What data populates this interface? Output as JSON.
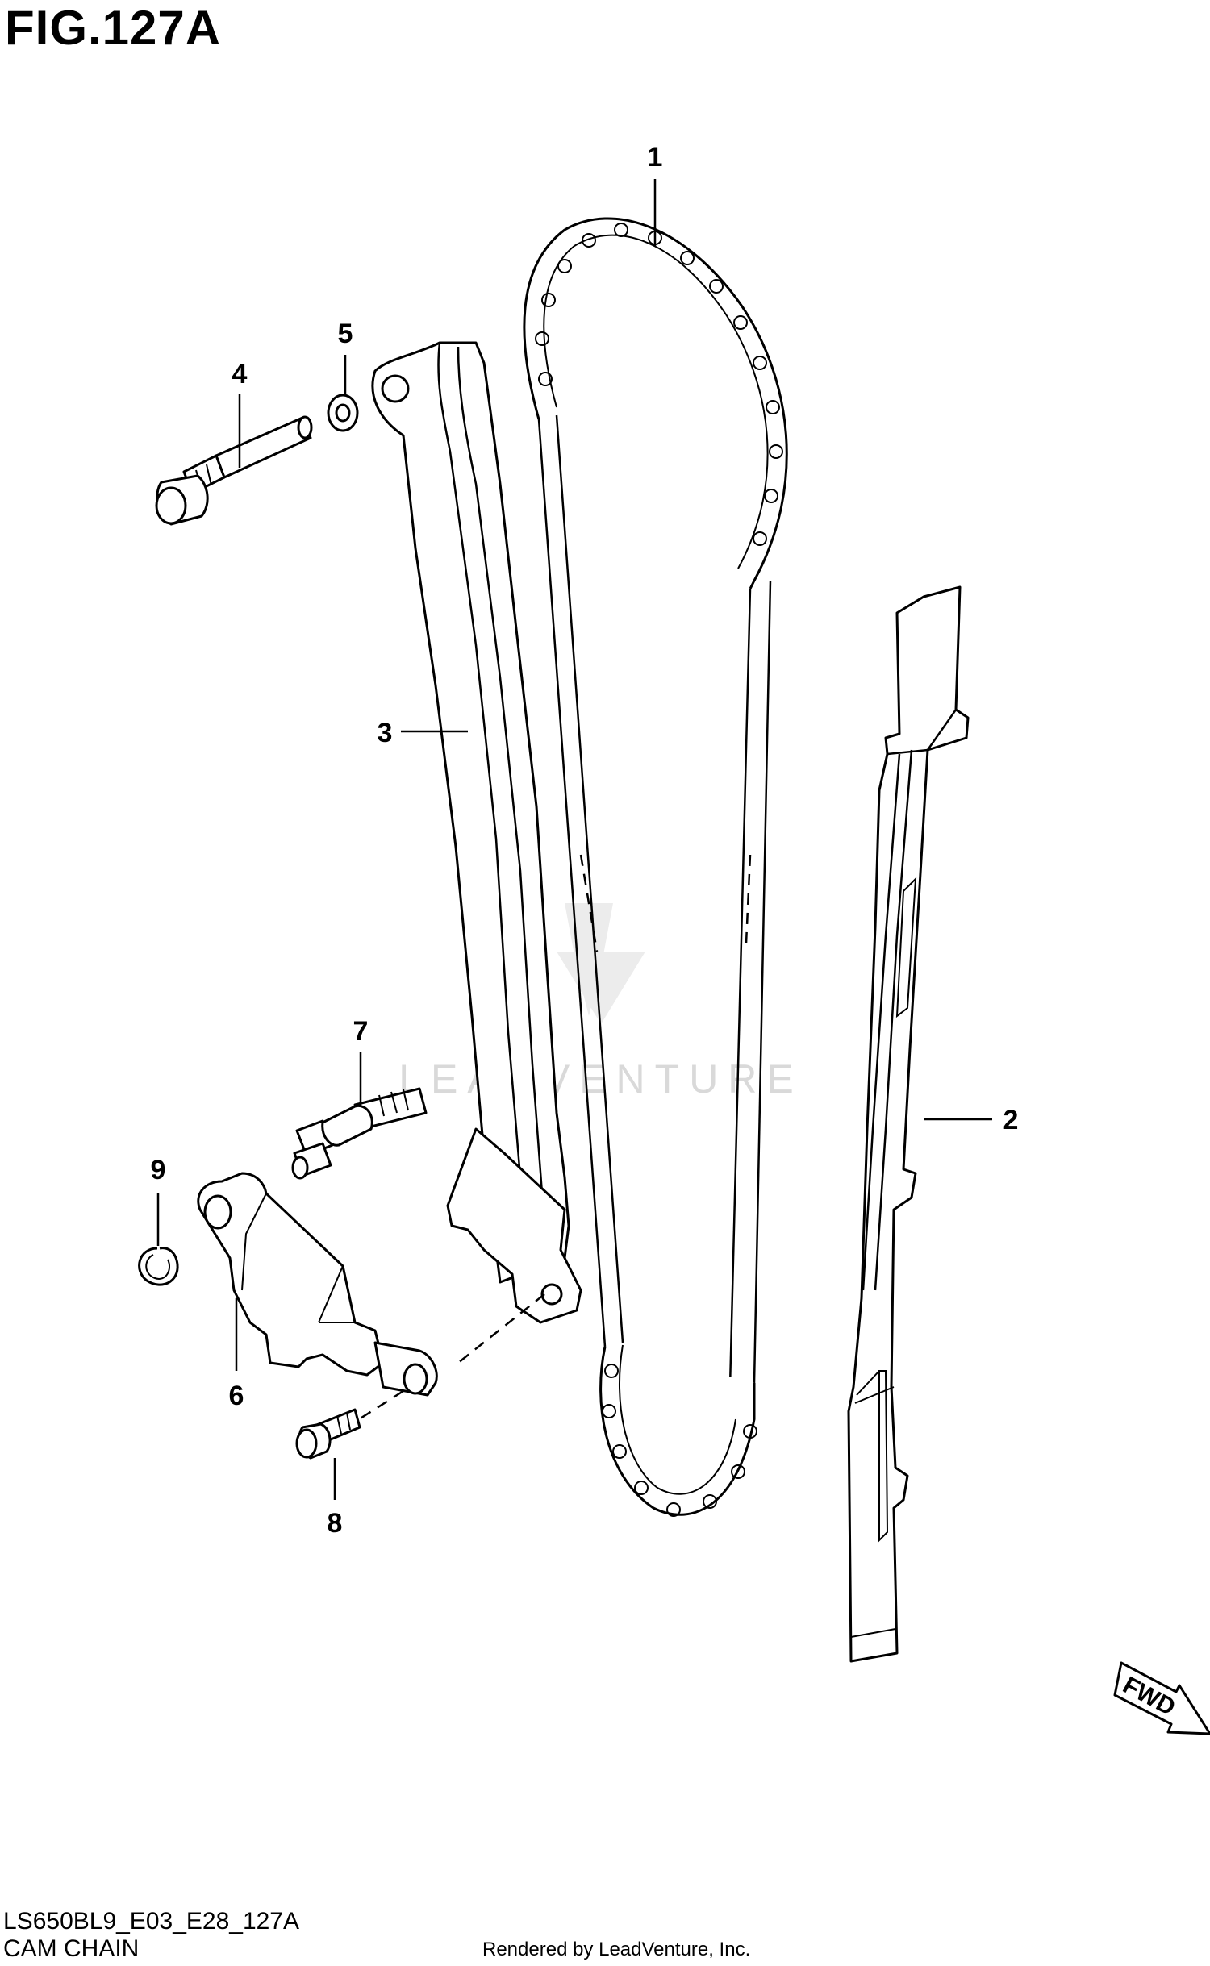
{
  "figure": {
    "title": "FIG.127A",
    "code": "LS650BL9_E03_E28_127A",
    "caption": "CAM CHAIN"
  },
  "callouts": [
    "1",
    "2",
    "3",
    "4",
    "5",
    "6",
    "7",
    "8",
    "9"
  ],
  "direction_badge": "FWD",
  "watermark": "LEADVENTURE",
  "footer": {
    "credit": "Rendered by LeadVenture, Inc."
  }
}
